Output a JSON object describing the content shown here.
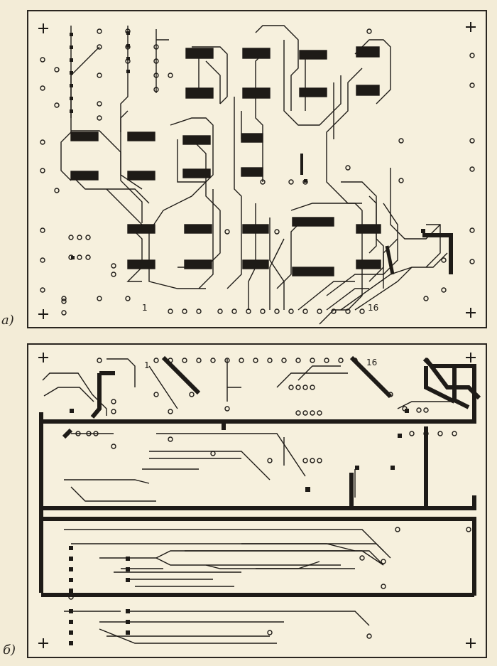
{
  "labels": {
    "panel_a_tag": "a)",
    "panel_b_tag": "б)"
  },
  "pins": {
    "a_first": "1",
    "a_last": "16",
    "b_first": "1",
    "b_last": "16"
  },
  "colors": {
    "paper": "#f6f0dd",
    "ink": "#2a2620",
    "trace": "#1e1b17"
  }
}
